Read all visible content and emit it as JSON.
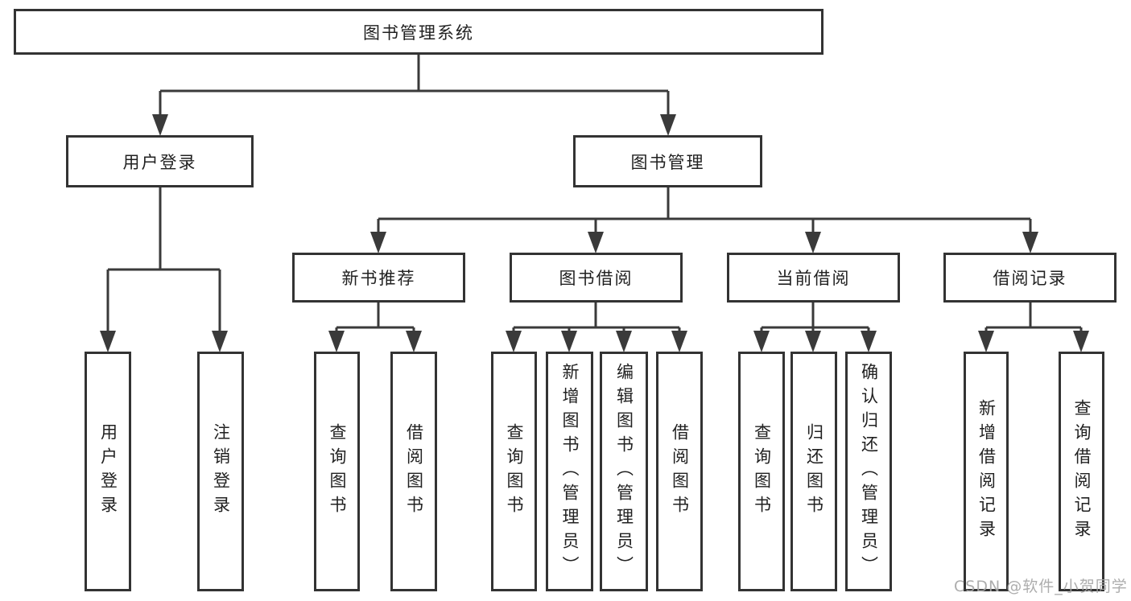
{
  "diagram": {
    "kind": "functional-structure-chart",
    "colors": {
      "background": "#ffffff",
      "box_border": "#333333",
      "connector": "#3a3a3a",
      "text": "#212121",
      "watermark": "#a6a6a6"
    }
  },
  "tree": {
    "label": "图书管理系统",
    "children": [
      {
        "label": "用户登录",
        "children": [
          {
            "label": "用户登录"
          },
          {
            "label": "注销登录"
          }
        ]
      },
      {
        "label": "图书管理",
        "children": [
          {
            "label": "新书推荐",
            "children": [
              {
                "label": "查询图书"
              },
              {
                "label": "借阅图书"
              }
            ]
          },
          {
            "label": "图书借阅",
            "children": [
              {
                "label": "查询图书"
              },
              {
                "label": "新增图书（管理员）"
              },
              {
                "label": "编辑图书（管理员）"
              },
              {
                "label": "借阅图书"
              }
            ]
          },
          {
            "label": "当前借阅",
            "children": [
              {
                "label": "查询图书"
              },
              {
                "label": "归还图书"
              },
              {
                "label": "确认归还（管理员）"
              }
            ]
          },
          {
            "label": "借阅记录",
            "children": [
              {
                "label": "新增借阅记录"
              },
              {
                "label": "查询借阅记录"
              }
            ]
          }
        ]
      }
    ]
  },
  "watermark": {
    "text": "CSDN @软件_小贺同学"
  }
}
